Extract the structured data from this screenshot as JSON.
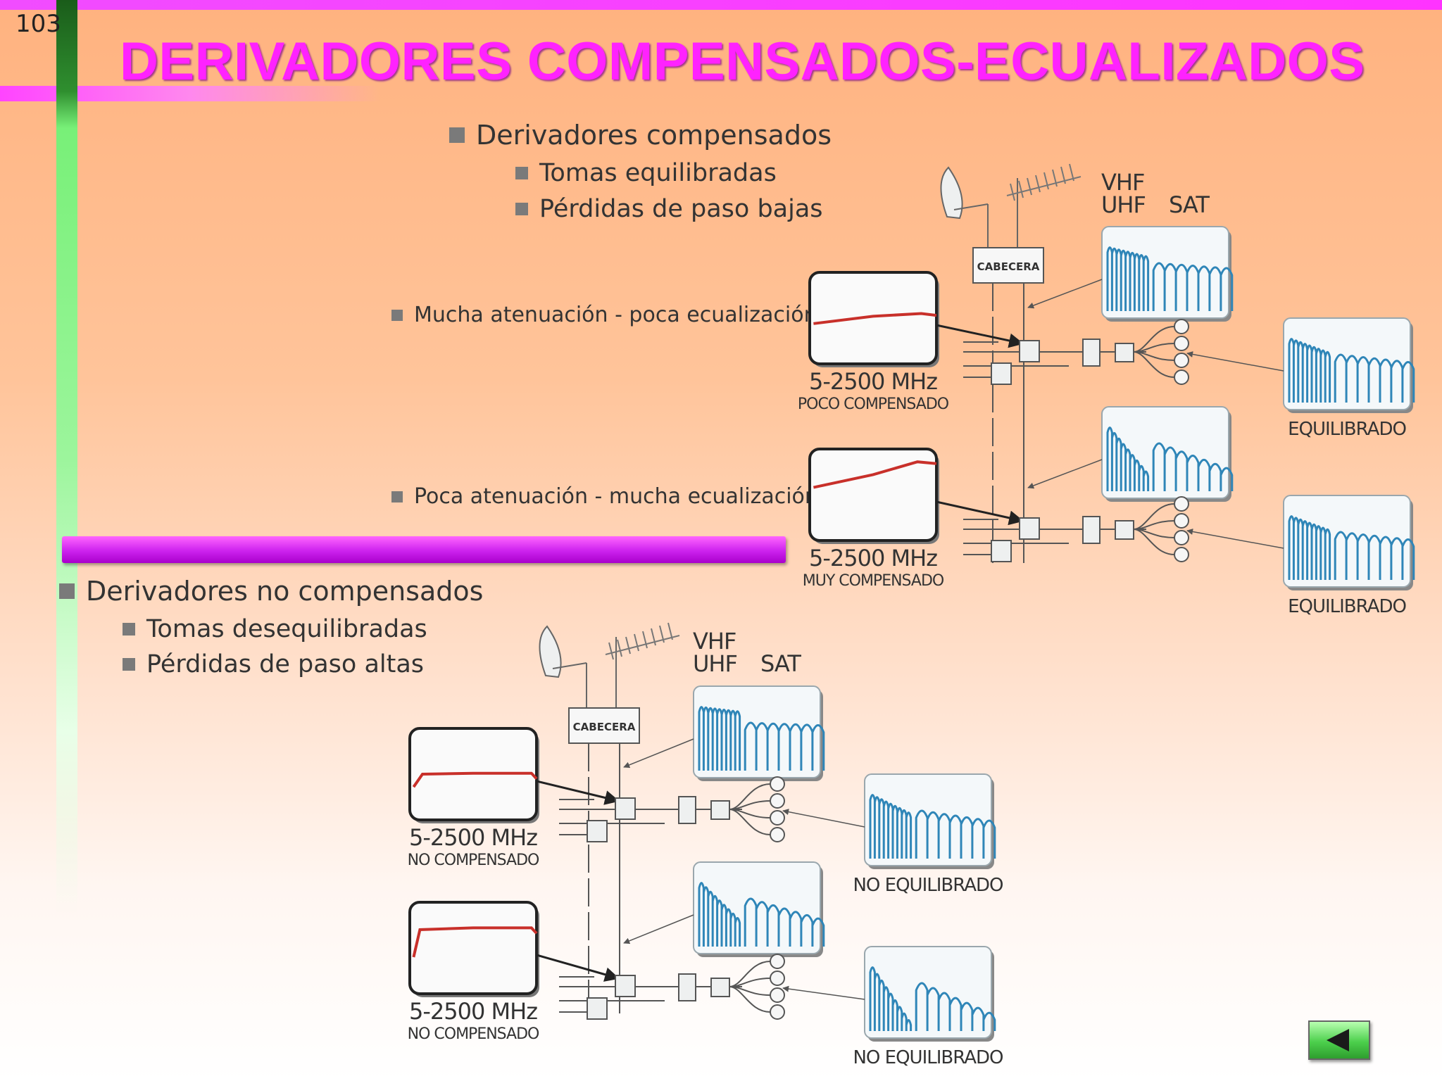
{
  "slide_number": "103",
  "title": "DERIVADORES COMPENSADOS-ECUALIZADOS",
  "compensados": {
    "heading": "Derivadores compensados",
    "items": [
      "Tomas equilibradas",
      "Pérdidas de paso bajas"
    ],
    "case1_label": "Mucha atenuación - poca ecualización",
    "case2_label": "Poca atenuación - mucha ecualización"
  },
  "no_compensados": {
    "heading": "Derivadores no compensados",
    "items": [
      "Tomas desequilibradas",
      "Pérdidas de paso altas"
    ]
  },
  "diagram_labels": {
    "vhf": "VHF",
    "uhf": "UHF",
    "sat": "SAT",
    "cabecera": "CABECERA",
    "freq": "5-2500 MHz",
    "poco_compensado": "POCO COMPENSADO",
    "muy_compensado": "MUY COMPENSADO",
    "no_compensado": "NO COMPENSADO",
    "equilibrado": "EQUILIBRADO",
    "no_equilibrado": "NO EQUILIBRADO"
  },
  "colors": {
    "title": "#ff22ff",
    "response_curve": "#c8302a",
    "spectrum": "#2f86b8",
    "divider": "#cc22ee"
  },
  "icons": {
    "back_button": "left-arrow-icon"
  }
}
